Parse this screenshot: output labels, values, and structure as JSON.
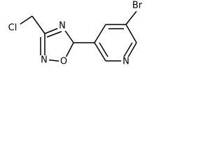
{
  "structure": {
    "atoms": [
      {
        "id": "Cl",
        "label": "Cl"
      },
      {
        "id": "N1",
        "label": "N"
      },
      {
        "id": "N2",
        "label": "N"
      },
      {
        "id": "O",
        "label": "O"
      },
      {
        "id": "N3",
        "label": "N"
      },
      {
        "id": "Br",
        "label": "Br"
      }
    ]
  }
}
